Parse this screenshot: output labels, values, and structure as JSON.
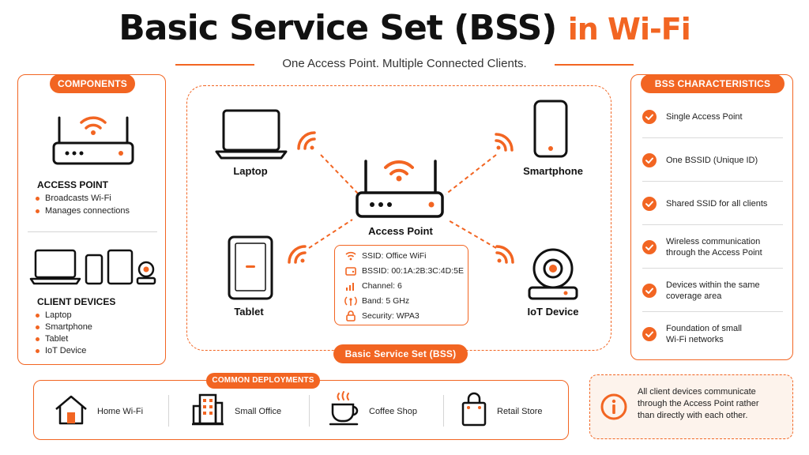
{
  "title": {
    "main": "Basic Service Set (BSS)",
    "accent": "in Wi-Fi"
  },
  "subtitle": "One Access Point. Multiple Connected Clients.",
  "components": {
    "pill": "COMPONENTS",
    "access_point": {
      "heading": "ACCESS POINT",
      "bullets": [
        "Broadcasts Wi-Fi",
        "Manages connections"
      ]
    },
    "client_devices": {
      "heading": "CLIENT DEVICES",
      "bullets": [
        "Laptop",
        "Smartphone",
        "Tablet",
        "IoT Device"
      ]
    }
  },
  "diagram": {
    "center_label": "Access Point",
    "devices": {
      "laptop": "Laptop",
      "smartphone": "Smartphone",
      "tablet": "Tablet",
      "iot": "IoT Device"
    },
    "info": [
      "SSID: Office WiFi",
      "BSSID: 00:1A:2B:3C:4D:5E",
      "Channel: 6",
      "Band: 5 GHz",
      "Security: WPA3"
    ],
    "bss_label": "Basic Service Set (BSS)"
  },
  "characteristics": {
    "pill": "BSS CHARACTERISTICS",
    "items": [
      [
        "Single Access Point"
      ],
      [
        "One BSSID (Unique ID)"
      ],
      [
        "Shared SSID for all clients"
      ],
      [
        "Wireless communication",
        "through the Access Point"
      ],
      [
        "Devices within the same",
        "coverage area"
      ],
      [
        "Foundation of small",
        "Wi-Fi networks"
      ]
    ]
  },
  "deployments": {
    "pill": "COMMON DEPLOYMENTS",
    "items": [
      "Home Wi-Fi",
      "Small Office",
      "Coffee Shop",
      "Retail Store"
    ]
  },
  "note": [
    "All client devices communicate",
    "through the Access Point rather",
    "than directly with each other."
  ],
  "colors": {
    "accent": "#f26522",
    "text": "#111111"
  },
  "icons": {
    "ap": "router-icon",
    "laptop": "laptop-icon",
    "phone": "smartphone-icon",
    "tablet": "tablet-icon",
    "iot": "camera-icon",
    "wifi": "wifi-icon",
    "check": "check-icon",
    "home": "house-icon",
    "office": "building-icon",
    "coffee": "coffee-cup-icon",
    "store": "shopping-bag-icon",
    "info": "info-icon"
  }
}
